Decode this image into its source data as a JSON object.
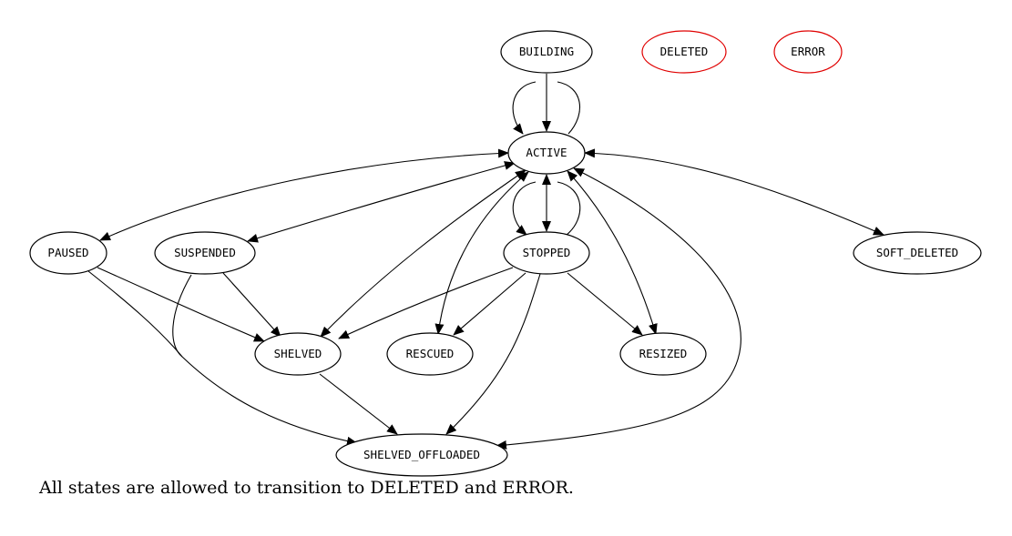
{
  "diagram": {
    "nodes": {
      "building": {
        "label": "BUILDING",
        "stroke": "#000000"
      },
      "deleted": {
        "label": "DELETED",
        "stroke": "#e00000"
      },
      "error": {
        "label": "ERROR",
        "stroke": "#e00000"
      },
      "active": {
        "label": "ACTIVE",
        "stroke": "#000000"
      },
      "paused": {
        "label": "PAUSED",
        "stroke": "#000000"
      },
      "suspended": {
        "label": "SUSPENDED",
        "stroke": "#000000"
      },
      "stopped": {
        "label": "STOPPED",
        "stroke": "#000000"
      },
      "soft_deleted": {
        "label": "SOFT_DELETED",
        "stroke": "#000000"
      },
      "shelved": {
        "label": "SHELVED",
        "stroke": "#000000"
      },
      "rescued": {
        "label": "RESCUED",
        "stroke": "#000000"
      },
      "resized": {
        "label": "RESIZED",
        "stroke": "#000000"
      },
      "shelved_offloaded": {
        "label": "SHELVED_OFFLOADED",
        "stroke": "#000000"
      }
    },
    "caption": "All states are allowed to transition to DELETED and ERROR."
  }
}
